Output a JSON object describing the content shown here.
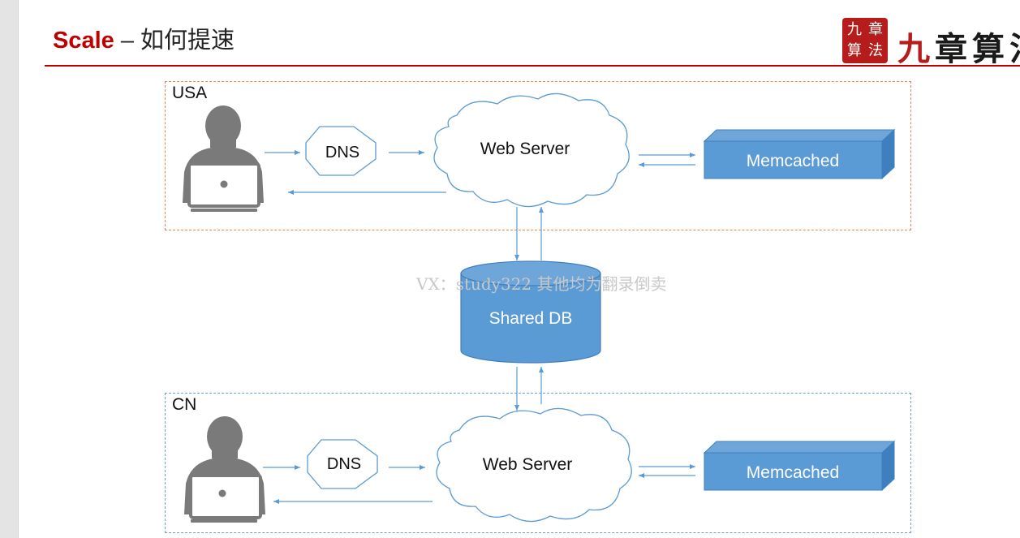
{
  "title": {
    "brand": "Scale",
    "rest": " – 如何提速"
  },
  "logo": {
    "seal_chars": [
      "九",
      "章",
      "算",
      "法"
    ],
    "text_first": "九",
    "text_rest": "章算法"
  },
  "regions": {
    "usa": {
      "label": "USA"
    },
    "cn": {
      "label": "CN"
    }
  },
  "nodes": {
    "usa_dns": "DNS",
    "usa_web": "Web Server",
    "usa_memcached": "Memcached",
    "shared_db": "Shared DB",
    "cn_dns": "DNS",
    "cn_web": "Web Server",
    "cn_memcached": "Memcached"
  },
  "watermark": "VX：study322 其他均为翻录倒卖",
  "colors": {
    "accent_red": "#c00000",
    "node_blue": "#5b9bd5",
    "node_blue_dark": "#3f7fbf",
    "arrow": "#5b9bd5",
    "usa_border": "#e8854a",
    "cn_border": "#6a9fd0",
    "user_gray": "#7a7a7a"
  }
}
